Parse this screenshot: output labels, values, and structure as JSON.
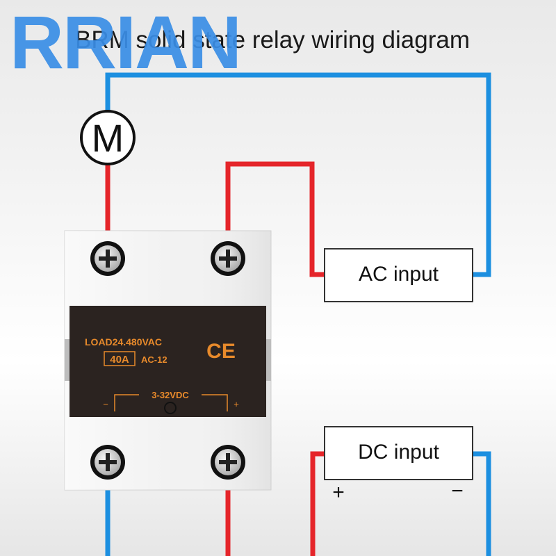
{
  "watermark": "RRIAN",
  "title": "BRM solid state relay wiring diagram",
  "motor": {
    "symbol": "M"
  },
  "ac_box": {
    "label": "AC input"
  },
  "dc_box": {
    "label": "DC input",
    "plus": "+",
    "minus": "−"
  },
  "relay": {
    "load_text": "LOAD24.480VAC",
    "current": "40A",
    "type": "AC-12",
    "ce_mark": "CE",
    "control_voltage": "3-32VDC",
    "minus": "−",
    "plus": "+"
  },
  "colors": {
    "wire_red": "#e5252a",
    "wire_blue": "#1c8fe0",
    "panel": "#2b2320",
    "panel_text": "#e88a2b"
  }
}
